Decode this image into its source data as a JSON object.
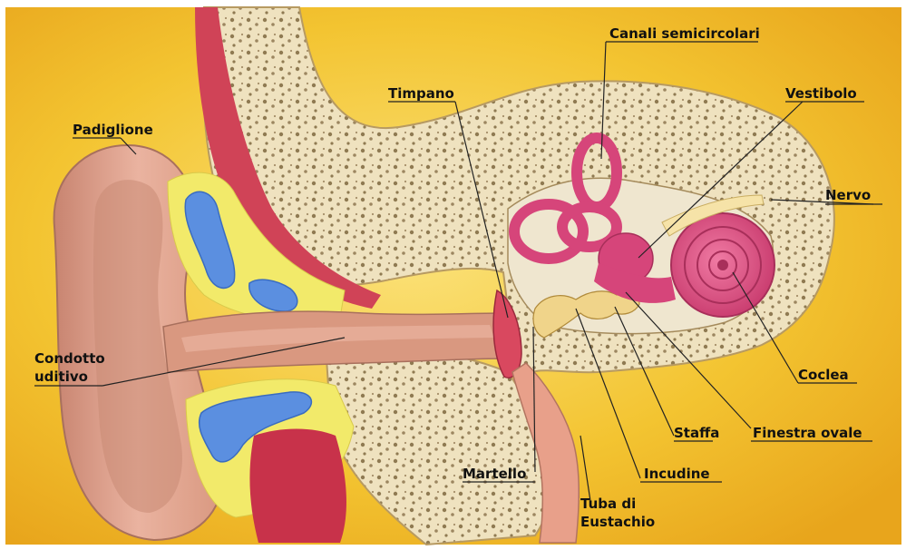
{
  "labels": {
    "padiglione": "Padiglione",
    "condotto_line1": "Condotto",
    "condotto_line2": "uditivo",
    "timpano": "Timpano",
    "canali": "Canali semicircolari",
    "vestibolo": "Vestibolo",
    "nervo": "Nervo",
    "coclea": "Coclea",
    "finestra": "Finestra ovale",
    "staffa": "Staffa",
    "incudine": "Incudine",
    "martello": "Martello",
    "tuba_line1": "Tuba di",
    "tuba_line2": "Eustachio"
  },
  "colors": {
    "background_yellow": "#f3c431",
    "bone": "#efe2bf",
    "bone_spots": "#8f7a52",
    "skin": "#d99880",
    "cochlea_pink": "#d6457a",
    "fat_yellow": "#f2ea6a",
    "blue_pockets": "#5b8fe0",
    "muscle_red": "#c8324a"
  }
}
